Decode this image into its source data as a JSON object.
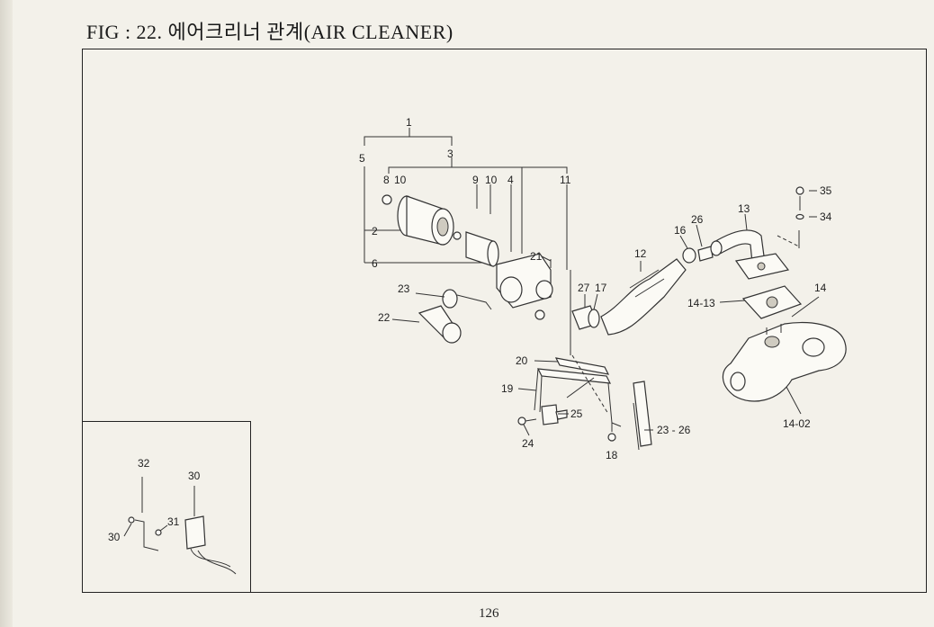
{
  "header": {
    "title": "FIG : 22. 에어크리너 관계(AIR CLEANER)"
  },
  "footer": {
    "page_number": "126"
  },
  "callouts": {
    "c1": "1",
    "c3": "3",
    "c5": "5",
    "c8": "8",
    "c10a": "10",
    "c9": "9",
    "c10b": "10",
    "c4": "4",
    "c11": "11",
    "c2": "2",
    "c6": "6",
    "c21": "21",
    "c23a": "23",
    "c22": "22",
    "c27": "27",
    "c17": "17",
    "c12": "12",
    "c16": "16",
    "c26": "26",
    "c13": "13",
    "c35": "35",
    "c34": "34",
    "c14": "14",
    "c14_13": "14-13",
    "c14_02": "14-02",
    "c20": "20",
    "c19": "19",
    "c25": "25",
    "c24": "24",
    "c18": "18",
    "c23_26": "23 - 26",
    "c32": "32",
    "c30a": "30",
    "c30b": "30",
    "c31": "31"
  },
  "colors": {
    "ink": "#222222",
    "paper": "#f3f1ea"
  }
}
